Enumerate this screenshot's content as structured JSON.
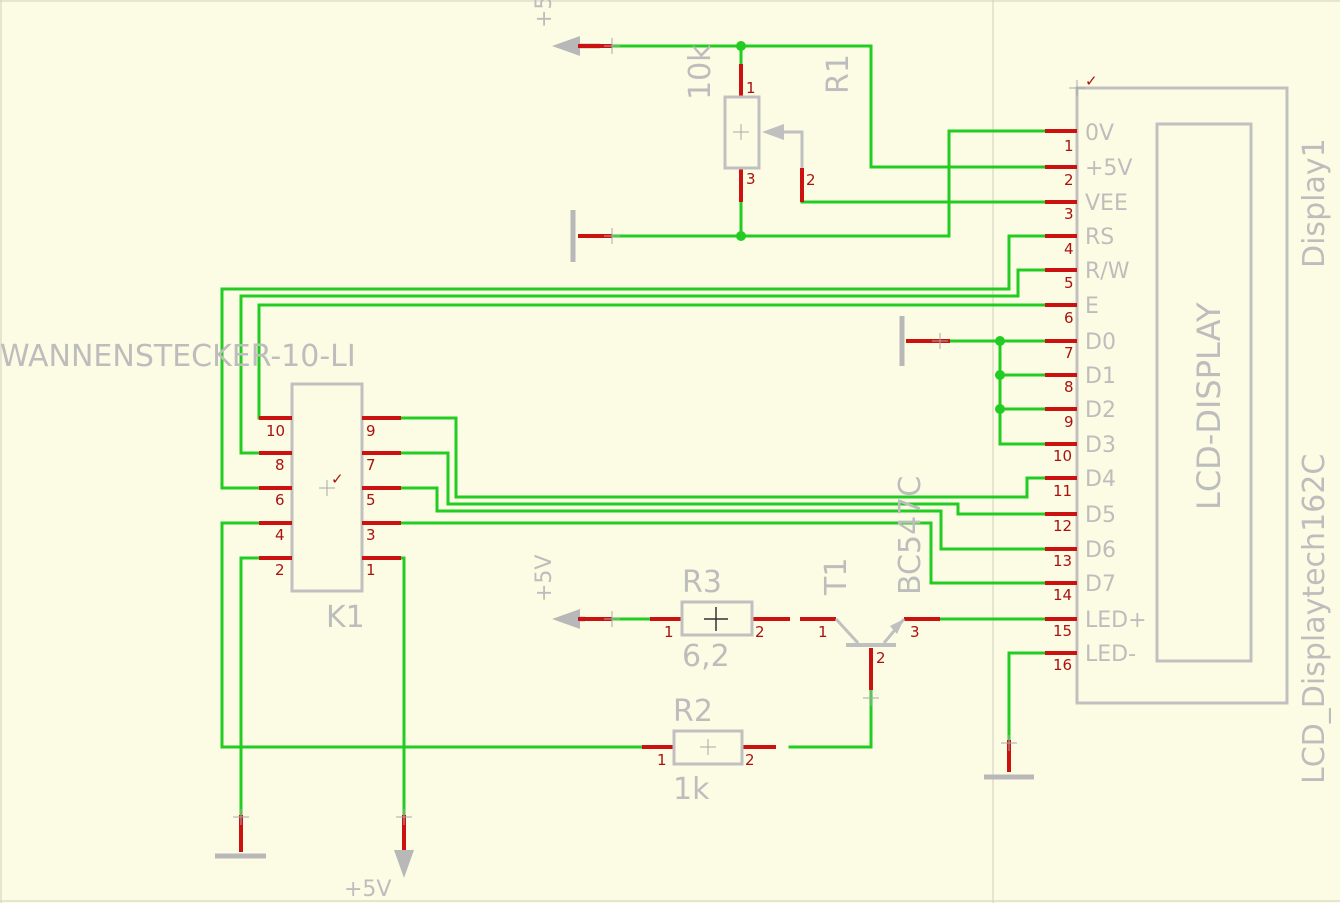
{
  "frame_labels": {
    "top_left_supply": "+5"
  },
  "display": {
    "name": "Display1",
    "value": "LCD_Displaytech162C",
    "body_text": "LCD-DISPLAY",
    "pins": [
      {
        "num": "1",
        "name": "0V"
      },
      {
        "num": "2",
        "name": "+5V"
      },
      {
        "num": "3",
        "name": "VEE"
      },
      {
        "num": "4",
        "name": "RS"
      },
      {
        "num": "5",
        "name": "R/W"
      },
      {
        "num": "6",
        "name": "E"
      },
      {
        "num": "7",
        "name": "D0"
      },
      {
        "num": "8",
        "name": "D1"
      },
      {
        "num": "9",
        "name": "D2"
      },
      {
        "num": "10",
        "name": "D3"
      },
      {
        "num": "11",
        "name": "D4"
      },
      {
        "num": "12",
        "name": "D5"
      },
      {
        "num": "13",
        "name": "D6"
      },
      {
        "num": "14",
        "name": "D7"
      },
      {
        "num": "15",
        "name": "LED+"
      },
      {
        "num": "16",
        "name": "LED-"
      }
    ]
  },
  "r1": {
    "name": "R1",
    "value": "10k",
    "pins": [
      "1",
      "2",
      "3"
    ]
  },
  "k1": {
    "name": "K1",
    "value": "WANNENSTECKER-10-LI",
    "pins_left": [
      "10",
      "8",
      "6",
      "4",
      "2"
    ],
    "pins_right": [
      "9",
      "7",
      "5",
      "3",
      "1"
    ]
  },
  "r3": {
    "name": "R3",
    "value": "6,2",
    "pins": [
      "1",
      "2"
    ]
  },
  "r2": {
    "name": "R2",
    "value": "1k",
    "pins": [
      "1",
      "2"
    ]
  },
  "t1": {
    "name": "T1",
    "value": "BC547C",
    "pins": [
      "1",
      "2",
      "3"
    ]
  },
  "supplies": {
    "r3_supply": "+5V",
    "k1_supply": "+5V"
  }
}
